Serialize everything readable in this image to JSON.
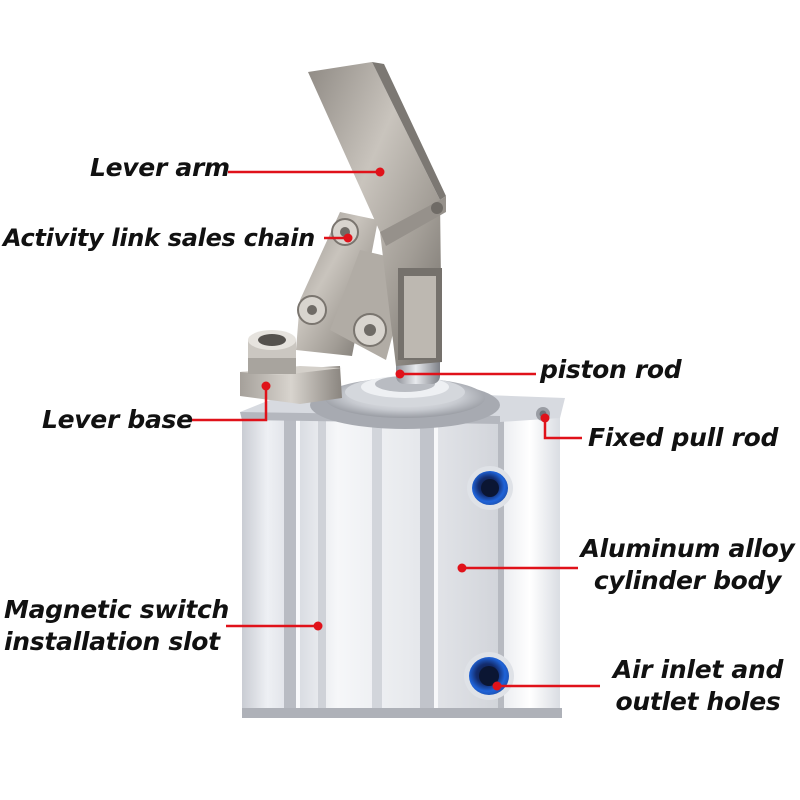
{
  "leader_color": "#e0121a",
  "labels": {
    "lever_arm": "Lever arm",
    "activity_link": "Activity link sales chain",
    "piston_rod": "piston rod",
    "lever_base": "Lever base",
    "fixed_pull_rod": "Fixed pull rod",
    "aluminum_body": [
      "Aluminum alloy",
      "cylinder body"
    ],
    "magnetic_slot": [
      "Magnetic switch",
      "installation slot"
    ],
    "air_holes": [
      "Air inlet and",
      "outlet holes"
    ]
  }
}
